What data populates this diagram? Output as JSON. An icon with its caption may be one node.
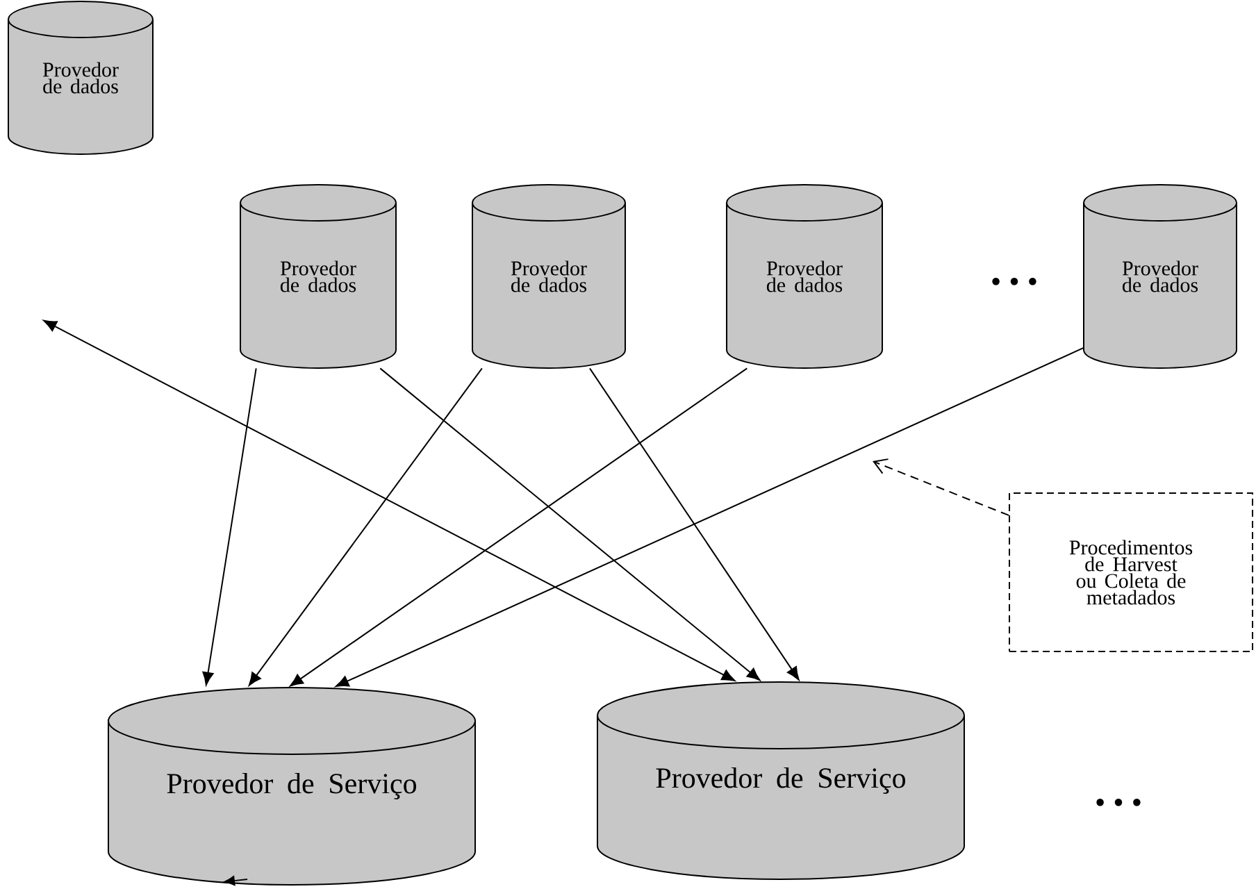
{
  "diagram": {
    "nodes": [
      {
        "text": [
          "Provedor de dados"
        ]
      },
      {
        "text": [
          "Provedor de dados"
        ]
      },
      {
        "text": [
          "Provedor de dados"
        ]
      },
      {
        "text": [
          "Provedor de dados"
        ]
      },
      {
        "text": [
          "Provedor de dados"
        ]
      },
      {
        "text": [
          "Provedor de Serviço"
        ]
      },
      {
        "text": [
          "Provedor de Serviço"
        ]
      },
      {
        "text": [
          "Procedimentos de Harvest ou Coleta de metadados"
        ]
      }
    ],
    "edges": [
      {
        "from": 1,
        "to": 5,
        "arrow": "to"
      },
      {
        "from": 1,
        "to": 6,
        "arrow": "to"
      },
      {
        "from": 2,
        "to": 5,
        "arrow": "to"
      },
      {
        "from": 2,
        "to": 6,
        "arrow": "to"
      },
      {
        "from": 3,
        "to": 5,
        "arrow": "to"
      },
      {
        "from": 4,
        "to": 5,
        "arrow": "to"
      },
      {
        "from": null,
        "to": 6,
        "arrow": "both"
      },
      {
        "from": 7,
        "to": null,
        "arrow": "to",
        "style": "dashed"
      }
    ],
    "labels": [
      "• • •",
      "• • •"
    ]
  }
}
